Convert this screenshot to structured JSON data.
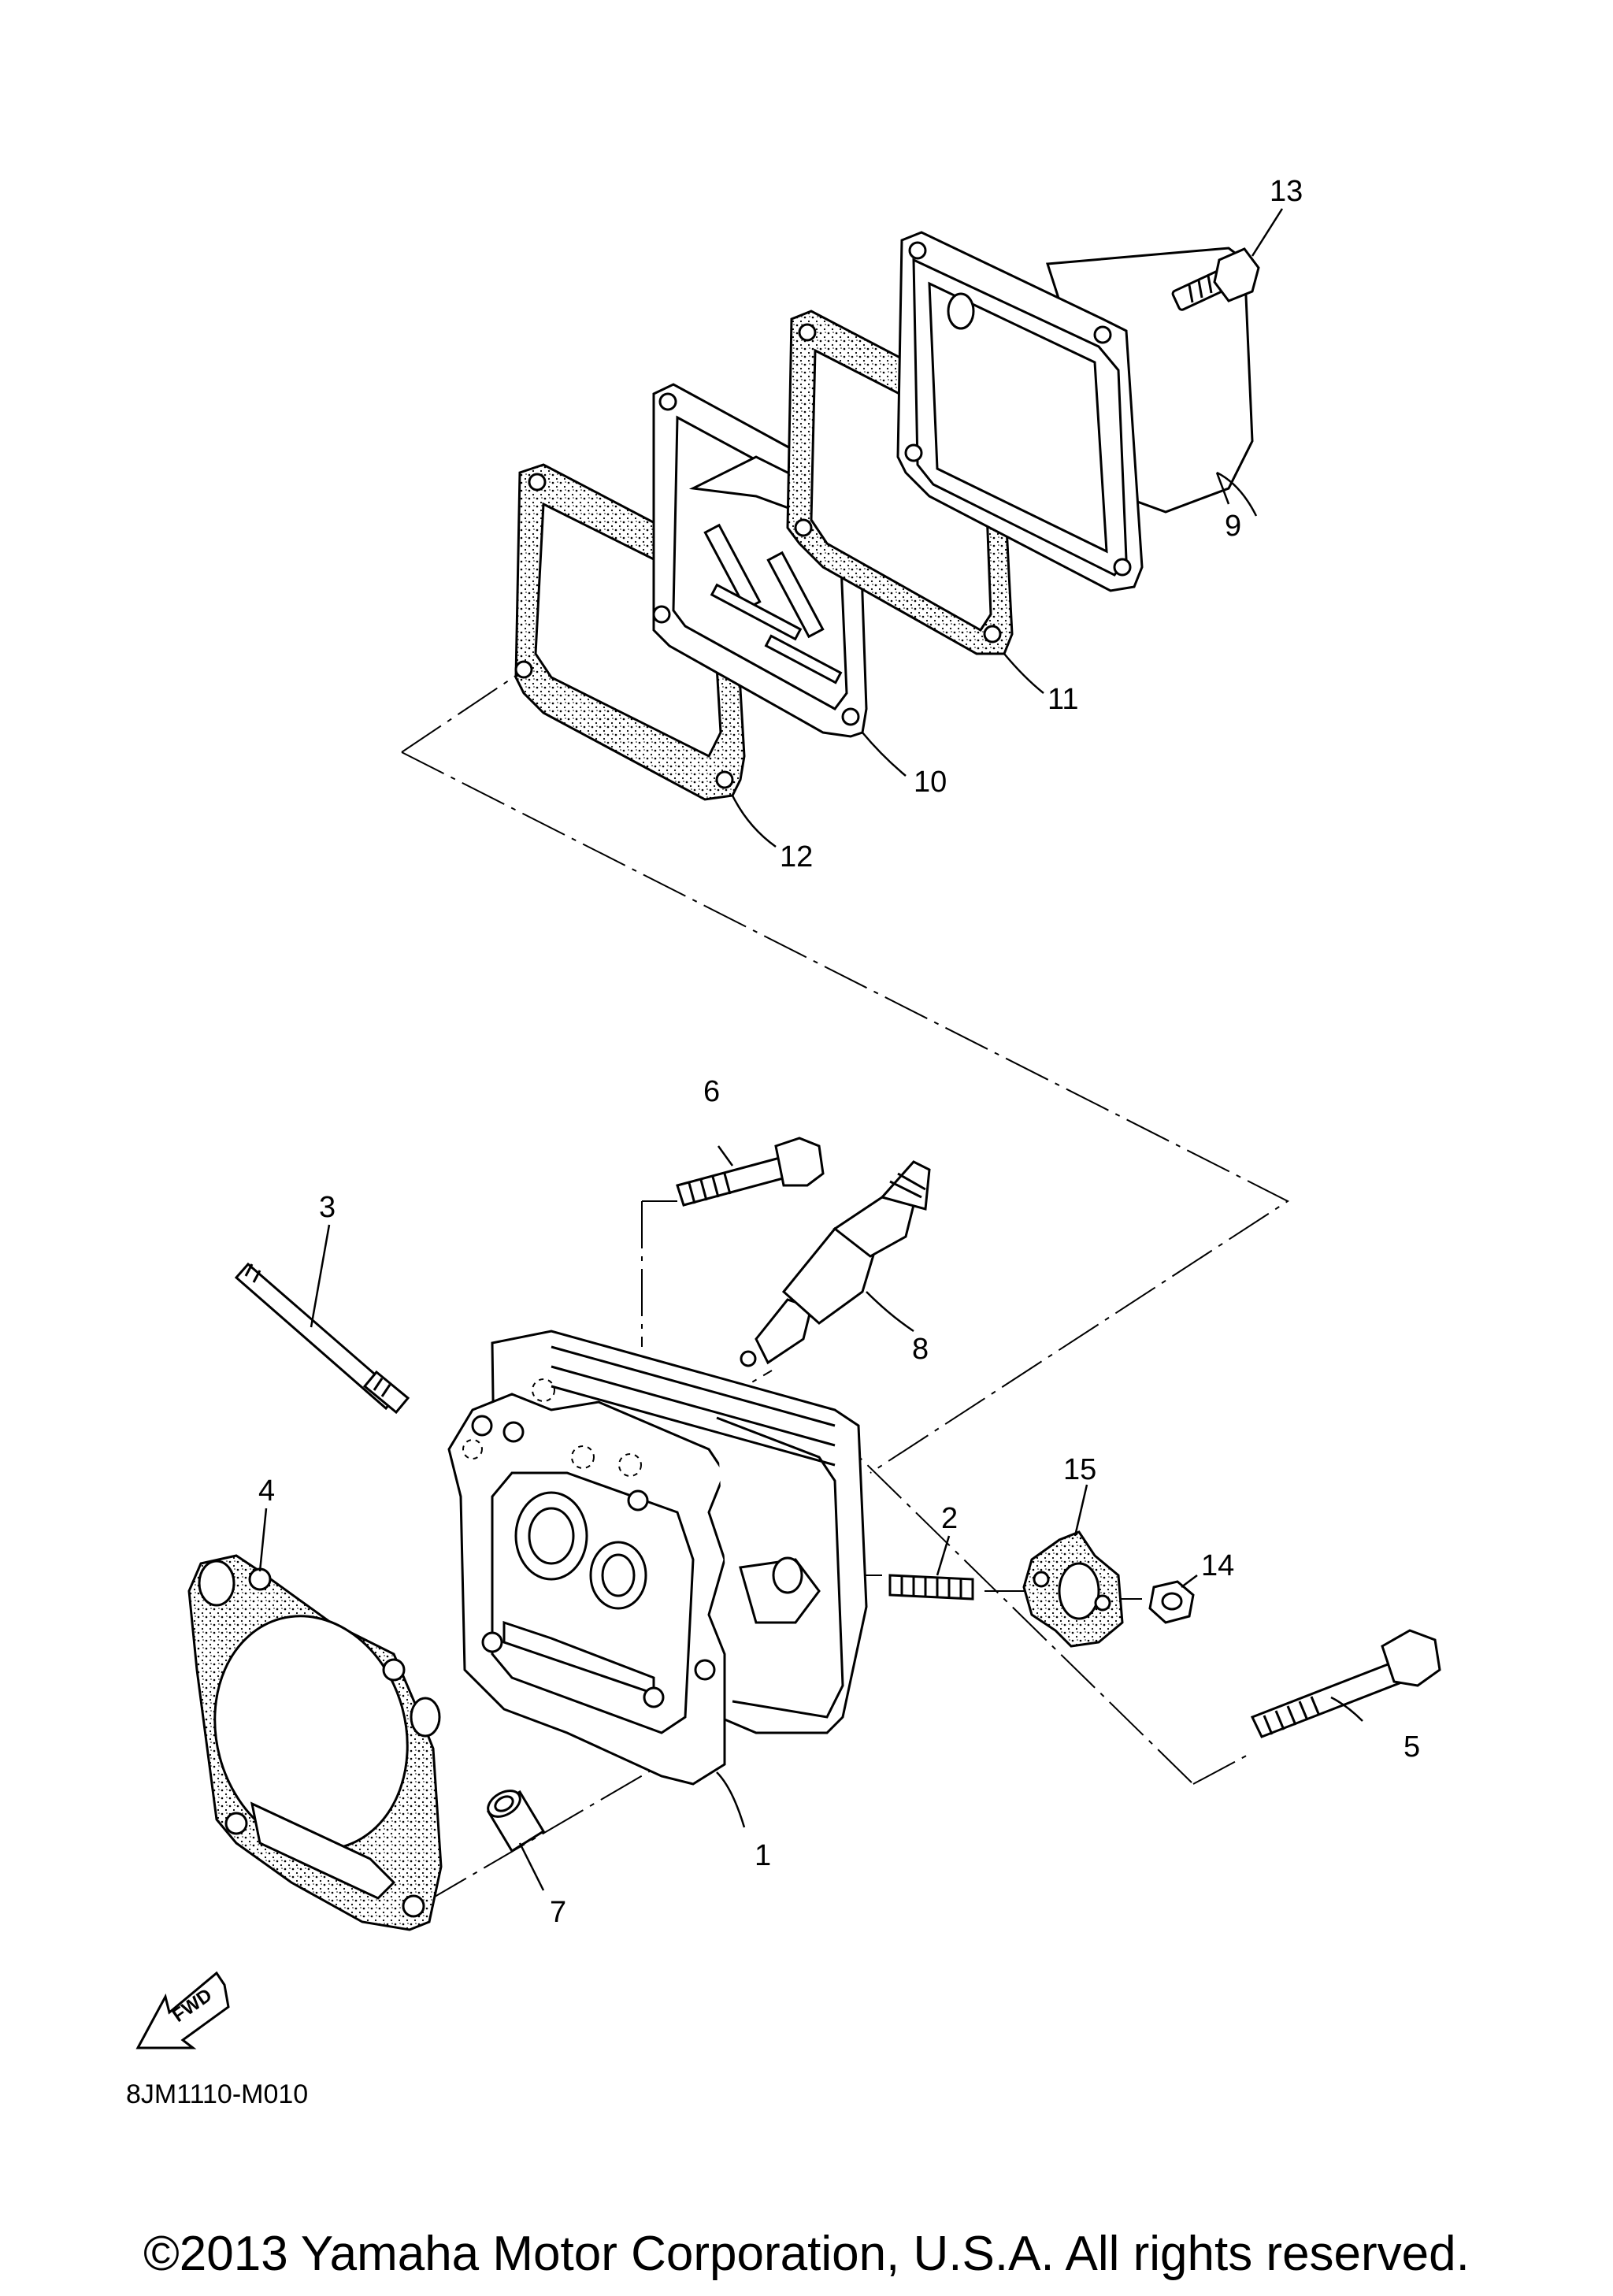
{
  "diagram": {
    "drawing_code": "8JM1110-M010",
    "fwd_label": "FWD",
    "callouts": {
      "c1": "1",
      "c2": "2",
      "c3": "3",
      "c4": "4",
      "c5": "5",
      "c6": "6",
      "c7": "7",
      "c8": "8",
      "c9": "9",
      "c10": "10",
      "c11": "11",
      "c12": "12",
      "c13": "13",
      "c14": "14",
      "c15": "15"
    }
  },
  "footer": {
    "copyright": "©2013 Yamaha Motor Corporation, U.S.A. All rights reserved."
  }
}
